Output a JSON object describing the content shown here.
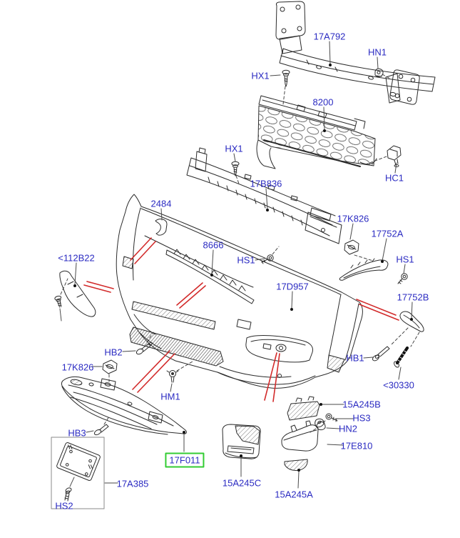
{
  "diagram": {
    "description": "Front bumper and components exploded parts diagram",
    "highlighted_part": "17F011",
    "colors": {
      "label_text": "#2b2bc2",
      "highlight_box": "#33cc33",
      "pointer_lines": "#d22b2b",
      "line_art": "#2b2b2b",
      "background": "#ffffff"
    }
  },
  "labels": [
    {
      "id": "17A792",
      "text": "17A792"
    },
    {
      "id": "HN1",
      "text": "HN1"
    },
    {
      "id": "HX1-top",
      "text": "HX1"
    },
    {
      "id": "8200",
      "text": "8200"
    },
    {
      "id": "HC1",
      "text": "HC1"
    },
    {
      "id": "HX1-mid",
      "text": "HX1"
    },
    {
      "id": "17B836",
      "text": "17B836"
    },
    {
      "id": "2484",
      "text": "2484"
    },
    {
      "id": "112B22",
      "text": "<112B22"
    },
    {
      "id": "8666",
      "text": "8666"
    },
    {
      "id": "HS1-center",
      "text": "HS1"
    },
    {
      "id": "17K826-upper",
      "text": "17K826"
    },
    {
      "id": "17752A",
      "text": "17752A"
    },
    {
      "id": "HS1-right",
      "text": "HS1"
    },
    {
      "id": "17D957",
      "text": "17D957"
    },
    {
      "id": "17752B",
      "text": "17752B"
    },
    {
      "id": "HB1",
      "text": "HB1"
    },
    {
      "id": "30330",
      "text": "<30330"
    },
    {
      "id": "HB2",
      "text": "HB2"
    },
    {
      "id": "17K826-lower",
      "text": "17K826"
    },
    {
      "id": "HM1",
      "text": "HM1"
    },
    {
      "id": "HB3",
      "text": "HB3"
    },
    {
      "id": "17F011",
      "text": "17F011"
    },
    {
      "id": "17A385",
      "text": "17A385"
    },
    {
      "id": "HS2",
      "text": "HS2"
    },
    {
      "id": "15A245B",
      "text": "15A245B"
    },
    {
      "id": "HS3",
      "text": "HS3"
    },
    {
      "id": "HN2",
      "text": "HN2"
    },
    {
      "id": "17E810",
      "text": "17E810"
    },
    {
      "id": "15A245C",
      "text": "15A245C"
    },
    {
      "id": "15A245A",
      "text": "15A245A"
    }
  ]
}
